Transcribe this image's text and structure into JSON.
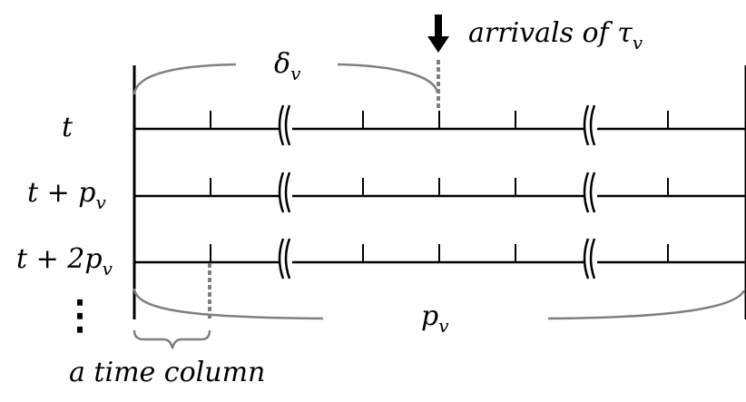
{
  "annotations": {
    "arrivals": "arrivals of τ",
    "arrivals_sub": "v",
    "delta": "δ",
    "delta_sub": "v",
    "period": "p",
    "period_sub": "v",
    "time_column": "a time column"
  },
  "rows": [
    {
      "base": "t",
      "sub": ""
    },
    {
      "base": "t + p",
      "sub": "v"
    },
    {
      "base": "t + 2p",
      "sub": "v"
    }
  ],
  "ellipsis": "⋮",
  "colors": {
    "line": "#000000",
    "bracket": "#7f7f7f"
  }
}
